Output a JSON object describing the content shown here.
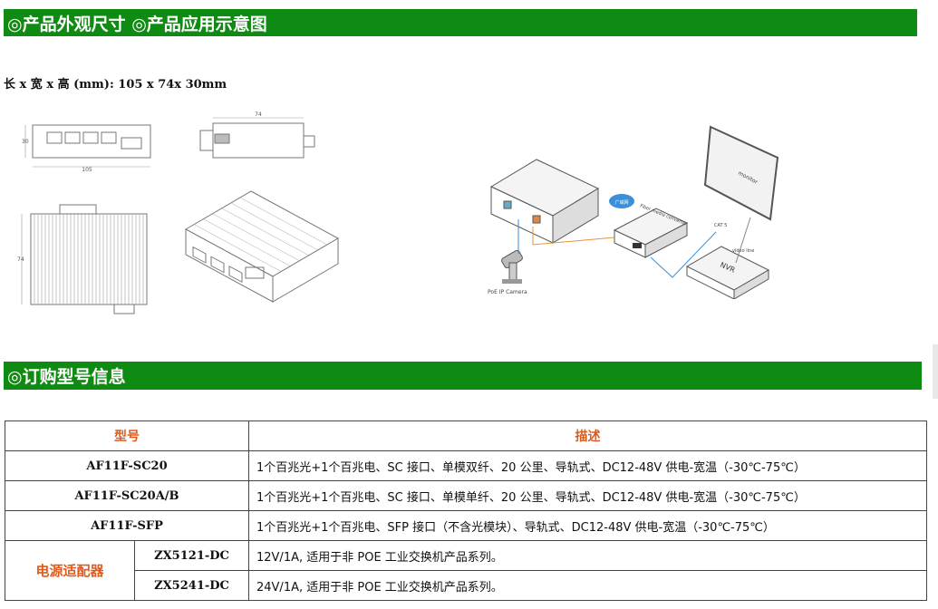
{
  "sections": {
    "dimensions_title": "◎产品外观尺寸 ◎产品应用示意图",
    "ordering_title": "◎订购型号信息"
  },
  "dimensions": {
    "text": "长 x 宽 x 高 (mm): 105 x 74x 30mm"
  },
  "drawings": {
    "front_width": "105",
    "front_height": "30",
    "side_width": "74",
    "top_depth": "74"
  },
  "diagram": {
    "cloud_label": "广域网",
    "converter_label": "Fiber media converter",
    "camera_label": "PoE IP Camera",
    "monitor_label": "monitor",
    "nvr_label": "NVR",
    "cable_label": "CAT 5",
    "video_label": "video line"
  },
  "table": {
    "header": {
      "model": "型号",
      "desc": "描述"
    },
    "rows": [
      {
        "model": "AF11F-SC20",
        "desc": "1个百兆光+1个百兆电、SC 接口、单模双纤、20 公里、导轨式、DC12-48V 供电-宽温（-30℃-75℃）"
      },
      {
        "model": "AF11F-SC20A/B",
        "desc": "1个百兆光+1个百兆电、SC 接口、单模单纤、20 公里、导轨式、DC12-48V 供电-宽温（-30℃-75℃）"
      },
      {
        "model": "AF11F-SFP",
        "desc": "1个百兆光+1个百兆电、SFP 接口（不含光模块）、导轨式、DC12-48V 供电-宽温（-30℃-75℃）"
      }
    ],
    "psu_label": "电源适配器",
    "psu_rows": [
      {
        "model": "ZX5121-DC",
        "desc": "12V/1A, 适用于非 POE 工业交换机产品系列。"
      },
      {
        "model": "ZX5241-DC",
        "desc": "24V/1A, 适用于非 POE 工业交换机产品系列。"
      }
    ]
  }
}
